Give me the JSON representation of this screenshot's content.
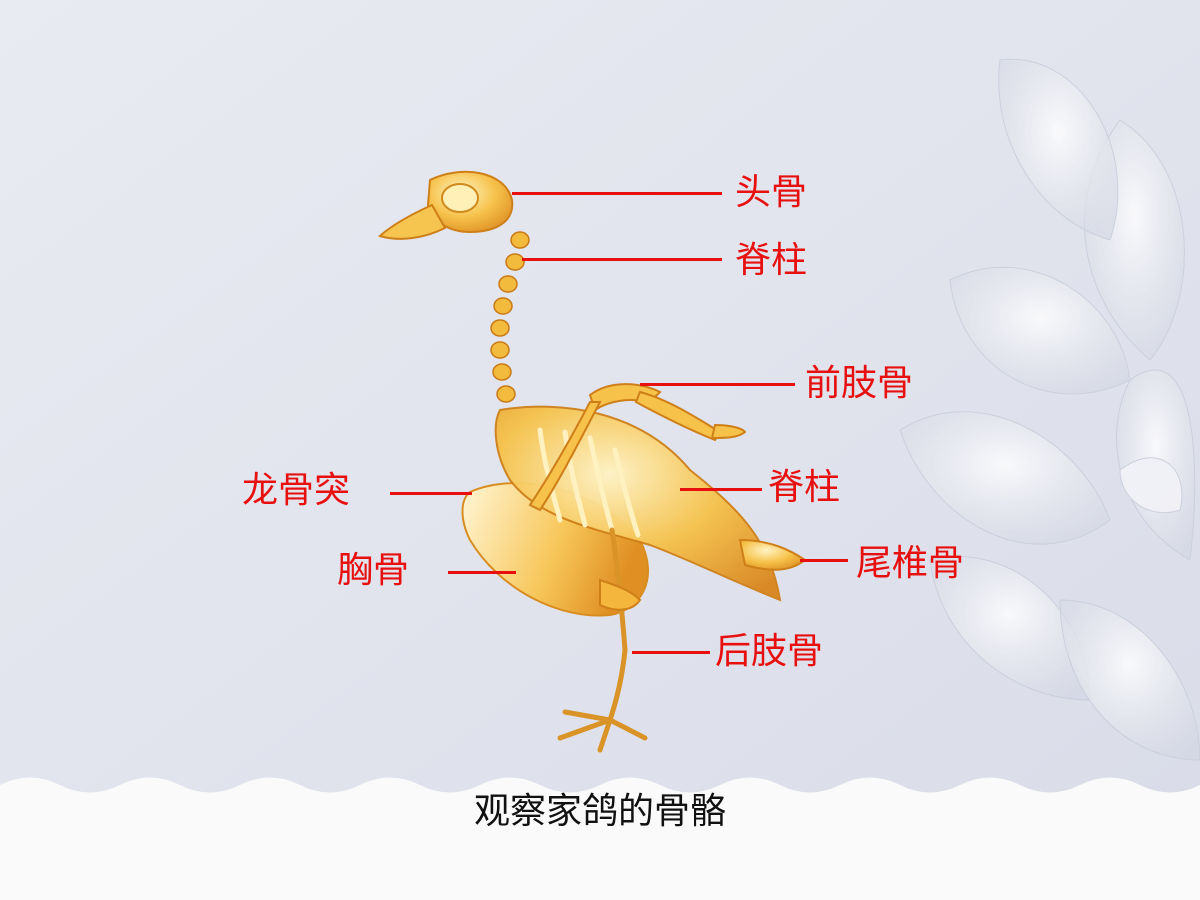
{
  "slide": {
    "caption": "观察家鸽的骨骼",
    "labels": {
      "skull": "头骨",
      "spine_neck": "脊柱",
      "forelimb": "前肢骨",
      "keel": "龙骨突",
      "spine_back": "脊柱",
      "sternum": "胸骨",
      "tail": "尾椎骨",
      "hindlimb": "后肢骨"
    }
  },
  "colors": {
    "label": "#e8100f",
    "bone": "#f2b838",
    "bone_highlight": "#fde6a0",
    "caption": "#111111",
    "background": "#e3e6ef"
  }
}
